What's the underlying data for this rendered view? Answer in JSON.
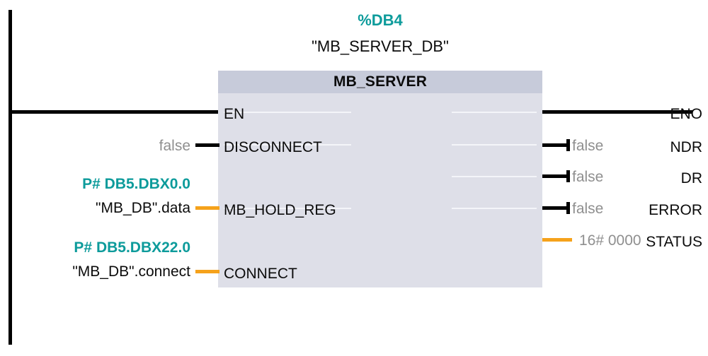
{
  "network": {
    "rail_color": "#000000",
    "wire_black": "#000000",
    "wire_orange": "#f5a21b",
    "teal": "#0d9b9b",
    "value_gray": "#8f8f8f",
    "block_title_bg": "#c7cbda",
    "block_body_bg": "#dedfe8"
  },
  "instance_header": {
    "db_number": "%DB4",
    "db_symbol": "\"MB_SERVER_DB\""
  },
  "block": {
    "title": "MB_SERVER",
    "inputs": [
      {
        "pin": "EN",
        "operand_addr": "",
        "operand_symbol": "",
        "value": "",
        "wire": "rung"
      },
      {
        "pin": "DISCONNECT",
        "operand_addr": "",
        "operand_symbol": "",
        "value": "false",
        "wire": "black"
      },
      {
        "pin": "MB_HOLD_REG",
        "operand_addr": "P# DB5.DBX0.0",
        "operand_symbol": "\"MB_DB\".data",
        "value": "",
        "wire": "orange"
      },
      {
        "pin": "CONNECT",
        "operand_addr": "P# DB5.DBX22.0",
        "operand_symbol": "\"MB_DB\".connect",
        "value": "",
        "wire": "orange"
      }
    ],
    "outputs": [
      {
        "pin": "ENO",
        "value": "",
        "wire": "black-plain"
      },
      {
        "pin": "NDR",
        "value": "false",
        "wire": "black-tick"
      },
      {
        "pin": "DR",
        "value": "false",
        "wire": "black-tick"
      },
      {
        "pin": "ERROR",
        "value": "false",
        "wire": "black-tick"
      },
      {
        "pin": "STATUS",
        "value": "16# 0000",
        "wire": "orange"
      }
    ]
  }
}
